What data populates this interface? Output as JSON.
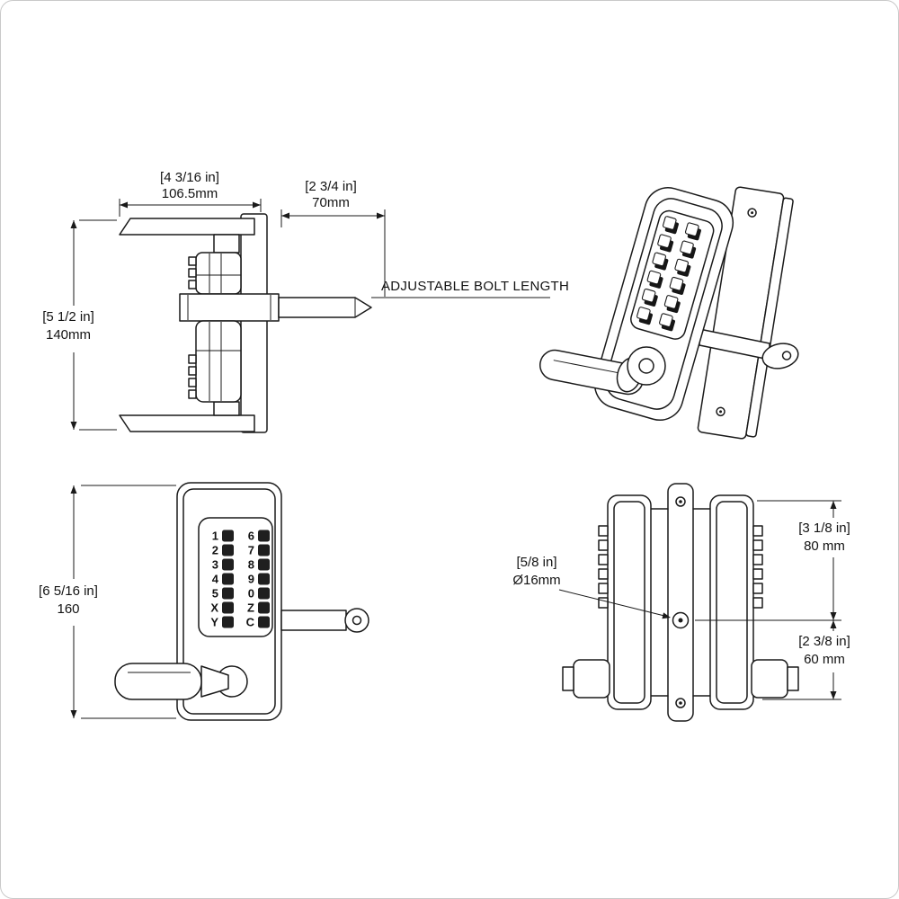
{
  "canvas": {
    "background": "#ffffff",
    "line_color": "#1a1a1a"
  },
  "top_view": {
    "dim_lever": {
      "inch": "[4 3/16 in]",
      "mm": "106.5mm"
    },
    "dim_bolt": {
      "inch": "[2 3/4 in]",
      "mm": "70mm"
    },
    "dim_depth": {
      "inch": "[5 1/2 in]",
      "mm": "140mm"
    },
    "bolt_label": "ADJUSTABLE BOLT LENGTH"
  },
  "front_view": {
    "dim_height": {
      "inch": "[6 5/16 in]",
      "mm": "160"
    },
    "keypad": {
      "rows": [
        {
          "l": "1",
          "r": "6"
        },
        {
          "l": "2",
          "r": "7"
        },
        {
          "l": "3",
          "r": "8"
        },
        {
          "l": "4",
          "r": "9"
        },
        {
          "l": "5",
          "r": "0"
        },
        {
          "l": "X",
          "r": "Z"
        },
        {
          "l": "Y",
          "r": "C"
        }
      ]
    }
  },
  "profile_view": {
    "dim_upper": {
      "inch": "[3 1/8 in]",
      "mm": "80 mm"
    },
    "dim_hole": {
      "inch": "[5/8 in]",
      "mm": "Ø16mm"
    },
    "dim_lower": {
      "inch": "[2 3/8 in]",
      "mm": "60 mm"
    }
  }
}
